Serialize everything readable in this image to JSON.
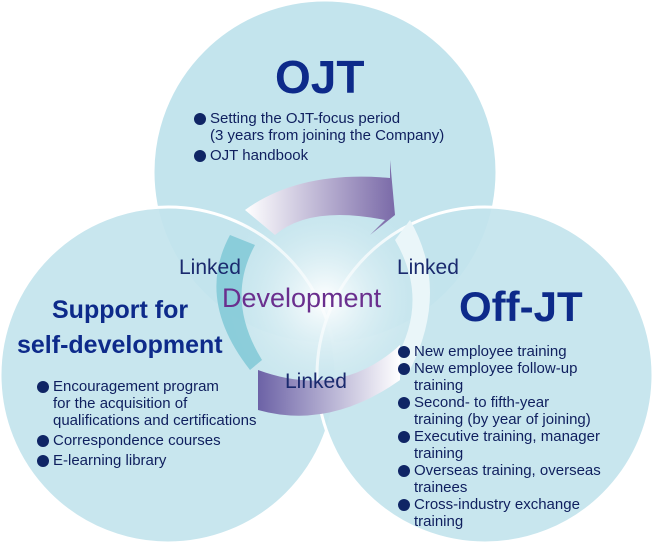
{
  "colors": {
    "circle": "#c5e6ee",
    "title": "#0d2a8a",
    "development": "#6a2f8e"
  },
  "ojt": {
    "title": "OJT",
    "items": [
      "Setting the OJT-focus period",
      "(3 years from joining the Company)",
      "OJT handbook"
    ]
  },
  "center": {
    "label": "Development",
    "linked": [
      "Linked",
      "Linked",
      "Linked"
    ]
  },
  "self_dev": {
    "title_line1": "Support for",
    "title_line2": "self-development",
    "items": [
      "Encouragement program",
      "for the acquisition of",
      "qualifications and certifications",
      "Correspondence courses",
      "E-learning library"
    ]
  },
  "offjt": {
    "title": "Off-JT",
    "items": [
      "New employee training",
      "New employee follow-up",
      "training",
      "Second- to fifth-year",
      "training (by year of joining)",
      "Executive training, manager",
      "training",
      "Overseas training, overseas",
      "trainees",
      "Cross-industry exchange",
      "training"
    ]
  }
}
